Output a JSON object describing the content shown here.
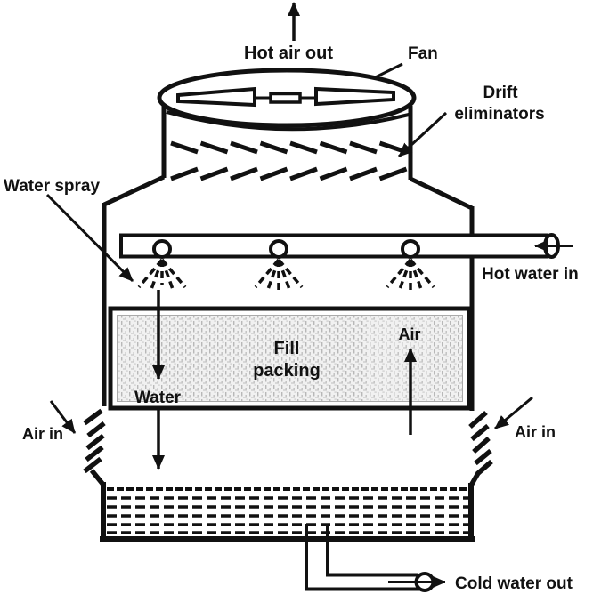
{
  "diagram": {
    "subject": "counterflow cooling tower schematic",
    "labels": {
      "hot_air_out": "Hot air out",
      "fan": "Fan",
      "drift_line1": "Drift",
      "drift_line2": "eliminators",
      "water_spray": "Water spray",
      "hot_water_in": "Hot water in",
      "fill_line1": "Fill",
      "fill_line2": "packing",
      "air": "Air",
      "water": "Water",
      "air_in_left": "Air in",
      "air_in_right": "Air in",
      "cold_water_out": "Cold water out"
    },
    "colors": {
      "ink": "#111111",
      "background": "#ffffff",
      "fill_texture": "#bcbcbc"
    }
  }
}
